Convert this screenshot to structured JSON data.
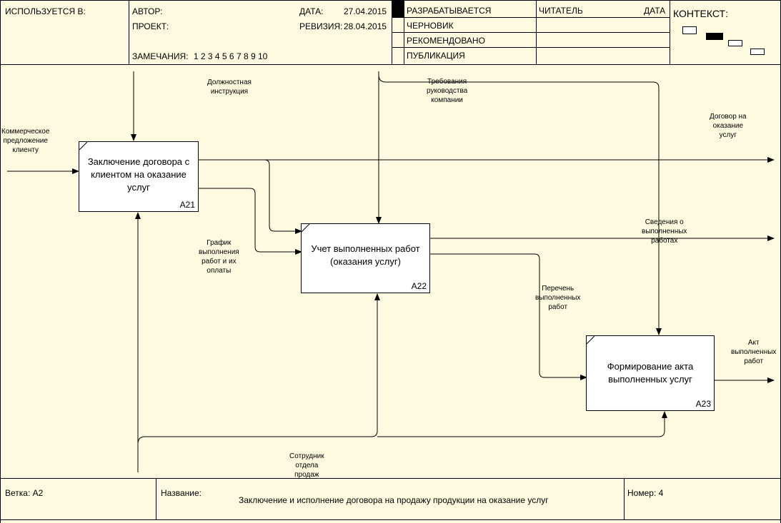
{
  "header": {
    "used_in": "ИСПОЛЬЗУЕТСЯ В:",
    "author": "АВТОР:",
    "project": "ПРОЕКТ:",
    "notes_label": "ЗАМЕЧАНИЯ:",
    "notes_numbers": "1 2 3 4 5 6 7 8 9 10",
    "date_label": "ДАТА:",
    "date_value": "27.04.2015",
    "revision_label": "РЕВИЗИЯ:",
    "revision_value": "28.04.2015",
    "status": [
      "РАЗРАБАТЫВАЕТСЯ",
      "ЧЕРНОВИК",
      "РЕКОМЕНДОВАНО",
      "ПУБЛИКАЦИЯ"
    ],
    "reader": "ЧИТАТЕЛЬ",
    "reader_date": "ДАТА",
    "context": "КОНТЕКСТ:"
  },
  "boxes": [
    {
      "title": "Заключение договора с клиентом на оказание услуг",
      "number": "A21"
    },
    {
      "title": "Учет выполненных работ (оказания услуг)",
      "number": "A22"
    },
    {
      "title": "Формирование акта выполненных услуг",
      "number": "A23"
    }
  ],
  "arrow_labels": {
    "commercial_offer": [
      "Коммерческое",
      "предложение",
      "клиенту"
    ],
    "job_instruction": [
      "Должностная",
      "инструкция"
    ],
    "management_requirements": [
      "Требования",
      "руководства",
      "компании"
    ],
    "service_contract": [
      "Договор на",
      "оказание",
      "услуг"
    ],
    "work_info": [
      "Сведения о",
      "выполненных",
      "работах"
    ],
    "schedule": [
      "График",
      "выполнения",
      "работ и их",
      "оплаты"
    ],
    "work_list": [
      "Перечень",
      "выполненных",
      "работ"
    ],
    "act": [
      "Акт",
      "выполненных",
      "работ"
    ],
    "sales_employee": [
      "Сотрудник",
      "отдела",
      "продаж"
    ]
  },
  "footer": {
    "branch": "Ветка: А2",
    "name_label": "Название:",
    "name_value": "Заключение и исполнение договора на продажу продукции на оказание услуг",
    "number": "Номер: 4"
  }
}
